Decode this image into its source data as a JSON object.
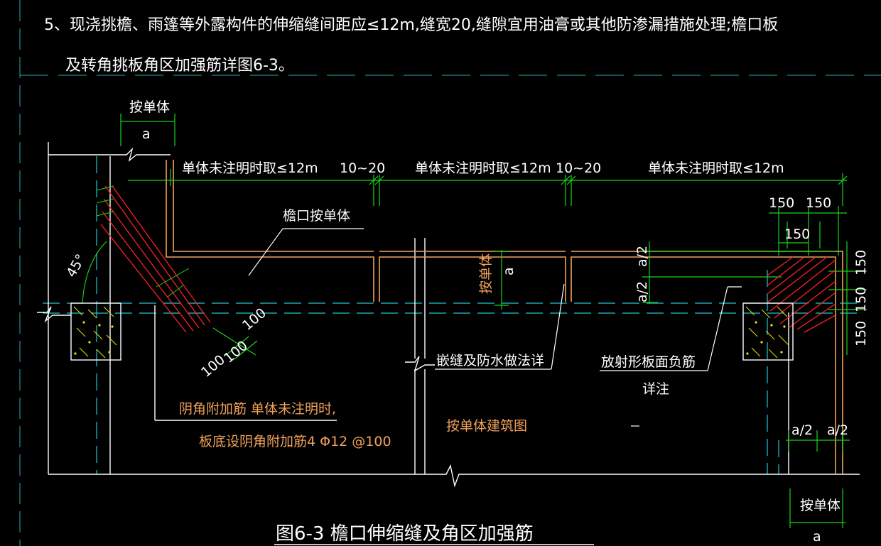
{
  "note": {
    "line1": "5、现浇挑檐、雨篷等外露构件的伸缩缝间距应≤12m,缝宽20,缝隙宜用油膏或其他防渗漏措施处理;檐口板",
    "line2": "及转角挑板角区加强筋详图6-3。"
  },
  "dimensions": {
    "seg_len": "单体未注明时取≤12m",
    "gap": "10~20",
    "an_danti": "按单体",
    "a": "a",
    "half_a": "a/2",
    "d150": "150",
    "d100": "100",
    "angle": "45°"
  },
  "labels": {
    "eave": "檐口按单体",
    "vertical_danti": "按单体",
    "joint_note": "嵌缝及防水做法详",
    "radial_line1": "放射形板面负筋",
    "radial_line2": "详注",
    "inner_corner_line1": "阴角附加筋  单体未注明时,",
    "inner_corner_line2": "板底设阴角附加筋4 Φ12 @100",
    "building": "按单体建筑图"
  },
  "caption": "图6-3  檐口伸缩缝及角区加强筋",
  "colors": {
    "background": "#000000",
    "dimension_green": "#19d419",
    "outline_orange": "#f0a15a",
    "rebar_red": "#ff2020",
    "axis_cyan": "#1ec8d8",
    "text_white": "#ffffff",
    "hatch_yellow": "#e8e800"
  }
}
